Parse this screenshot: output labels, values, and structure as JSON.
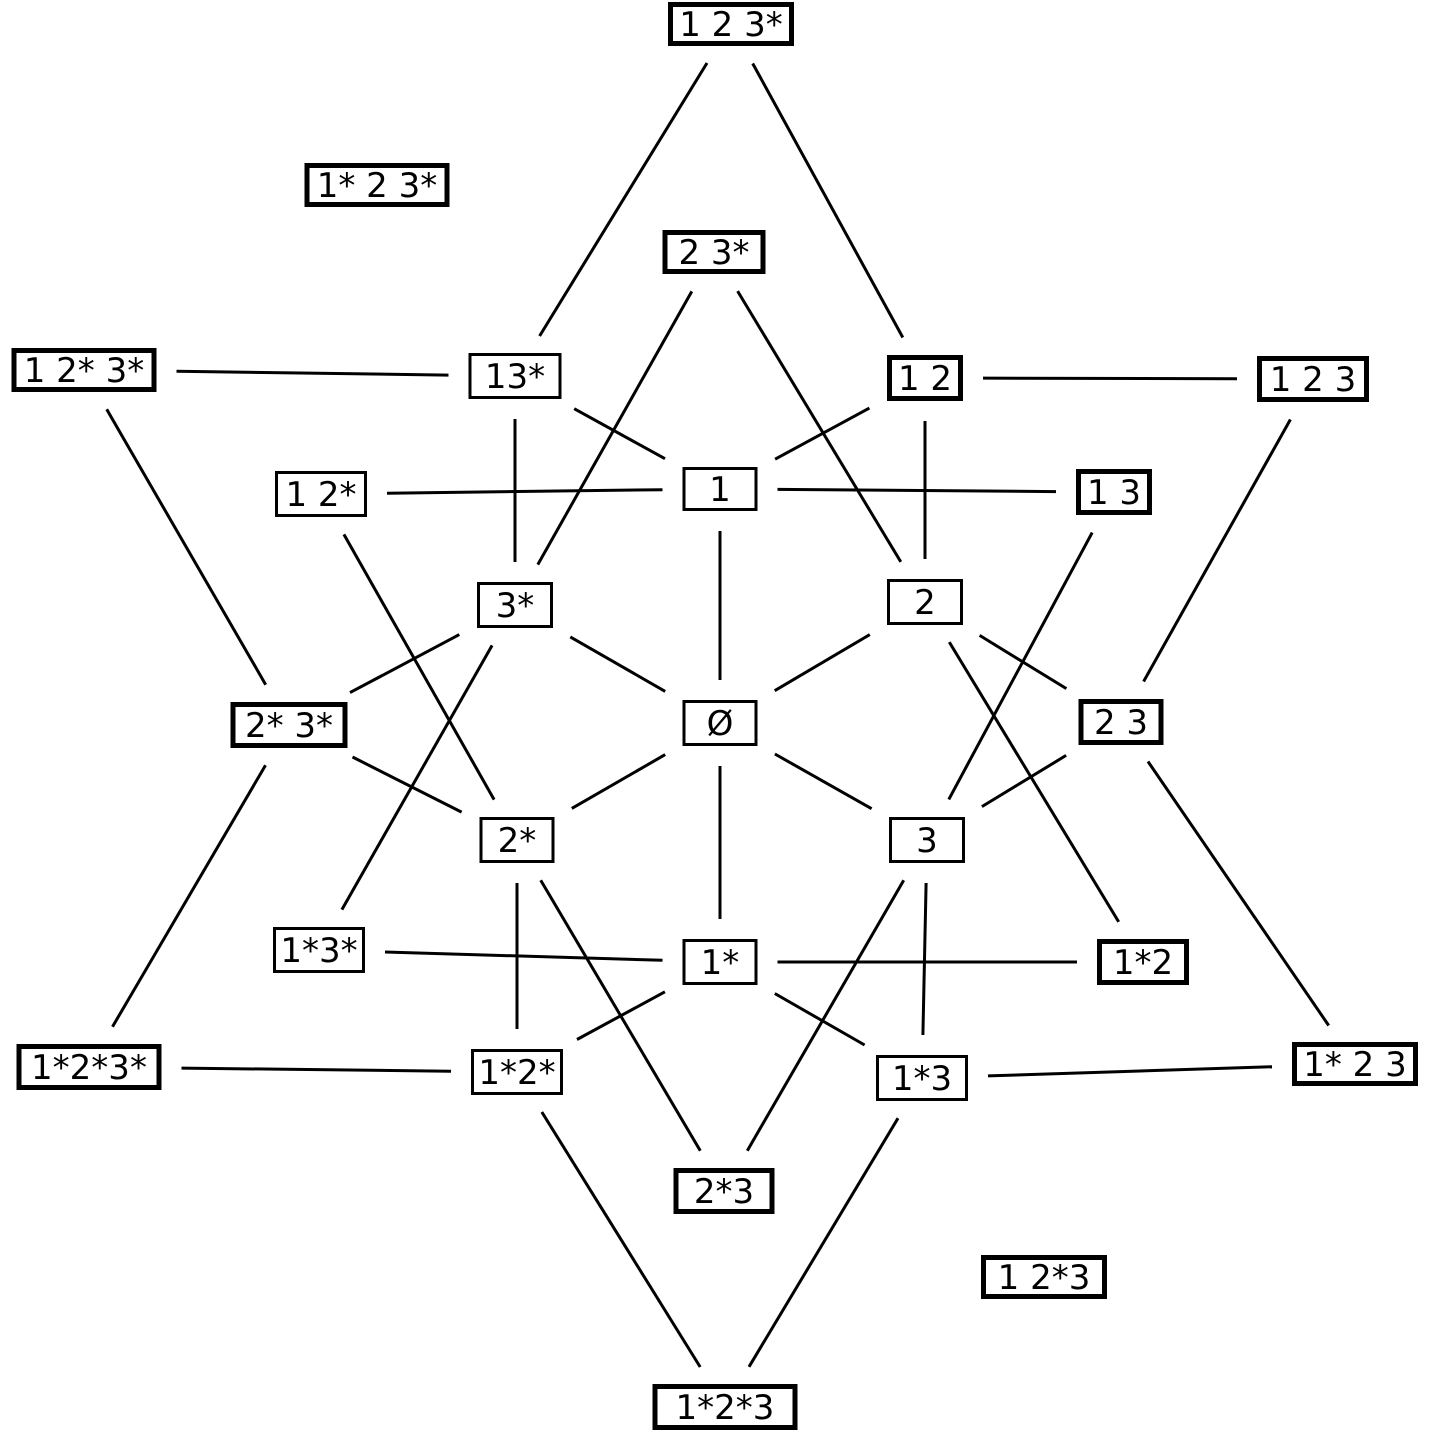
{
  "diagram": {
    "nodes": [
      {
        "id": "n123s",
        "label": "1 2 3*"
      },
      {
        "id": "n1s23s",
        "label": "1* 2 3*"
      },
      {
        "id": "n23s",
        "label": "2 3*"
      },
      {
        "id": "n12s3s",
        "label": "1 2* 3*"
      },
      {
        "id": "n13s",
        "label": "13*"
      },
      {
        "id": "n12",
        "label": "1 2"
      },
      {
        "id": "n123",
        "label": "1 2 3"
      },
      {
        "id": "n12s",
        "label": "1 2*"
      },
      {
        "id": "n1",
        "label": "1"
      },
      {
        "id": "n13",
        "label": "1 3"
      },
      {
        "id": "n3s",
        "label": "3*"
      },
      {
        "id": "n2",
        "label": "2"
      },
      {
        "id": "n2s3s",
        "label": "2* 3*"
      },
      {
        "id": "nEmpty",
        "label": "Ø"
      },
      {
        "id": "n23",
        "label": "2 3"
      },
      {
        "id": "n2s",
        "label": "2*"
      },
      {
        "id": "n3",
        "label": "3"
      },
      {
        "id": "n1s3s",
        "label": "1*3*"
      },
      {
        "id": "n1s",
        "label": "1*"
      },
      {
        "id": "n1s2",
        "label": "1*2"
      },
      {
        "id": "n1s2s3s",
        "label": "1*2*3*"
      },
      {
        "id": "n1s2s",
        "label": "1*2*"
      },
      {
        "id": "n1s3",
        "label": "1*3"
      },
      {
        "id": "n1s23",
        "label": "1* 2 3"
      },
      {
        "id": "n2s3",
        "label": "2*3"
      },
      {
        "id": "n12s3",
        "label": "1 2*3"
      },
      {
        "id": "n1s2s3",
        "label": "1*2*3"
      }
    ],
    "edges": [
      [
        "n123s",
        "n13s"
      ],
      [
        "n123s",
        "n12"
      ],
      [
        "n12s3s",
        "n13s"
      ],
      [
        "n12",
        "n123"
      ],
      [
        "n13s",
        "n1"
      ],
      [
        "n12",
        "n1"
      ],
      [
        "n12s",
        "n1"
      ],
      [
        "n1",
        "n13"
      ],
      [
        "n13s",
        "n3s"
      ],
      [
        "n12",
        "n2"
      ],
      [
        "n23s",
        "n3s"
      ],
      [
        "n23s",
        "n2"
      ],
      [
        "n1",
        "nEmpty"
      ],
      [
        "n3s",
        "nEmpty"
      ],
      [
        "n2",
        "nEmpty"
      ],
      [
        "n2s",
        "nEmpty"
      ],
      [
        "n3",
        "nEmpty"
      ],
      [
        "n1s",
        "nEmpty"
      ],
      [
        "n12s3s",
        "n2s3s"
      ],
      [
        "n123",
        "n23"
      ],
      [
        "n2s3s",
        "n3s"
      ],
      [
        "n2s3s",
        "n2s"
      ],
      [
        "n12s",
        "n2s"
      ],
      [
        "n13",
        "n3"
      ],
      [
        "n2",
        "n23"
      ],
      [
        "n23",
        "n3"
      ],
      [
        "n3s",
        "n1s3s"
      ],
      [
        "n2",
        "n1s2"
      ],
      [
        "n1s3s",
        "n1s"
      ],
      [
        "n1s",
        "n1s2"
      ],
      [
        "n2s3s",
        "n1s2s3s"
      ],
      [
        "n23",
        "n1s23"
      ],
      [
        "n2s",
        "n1s2s"
      ],
      [
        "n1s",
        "n1s2s"
      ],
      [
        "n1s",
        "n1s3"
      ],
      [
        "n3",
        "n1s3"
      ],
      [
        "n1s2s3s",
        "n1s2s"
      ],
      [
        "n1s3",
        "n1s23"
      ],
      [
        "n2s",
        "n2s3"
      ],
      [
        "n3",
        "n2s3"
      ],
      [
        "n1s2s",
        "n1s2s3"
      ],
      [
        "n1s3",
        "n1s2s3"
      ]
    ]
  }
}
